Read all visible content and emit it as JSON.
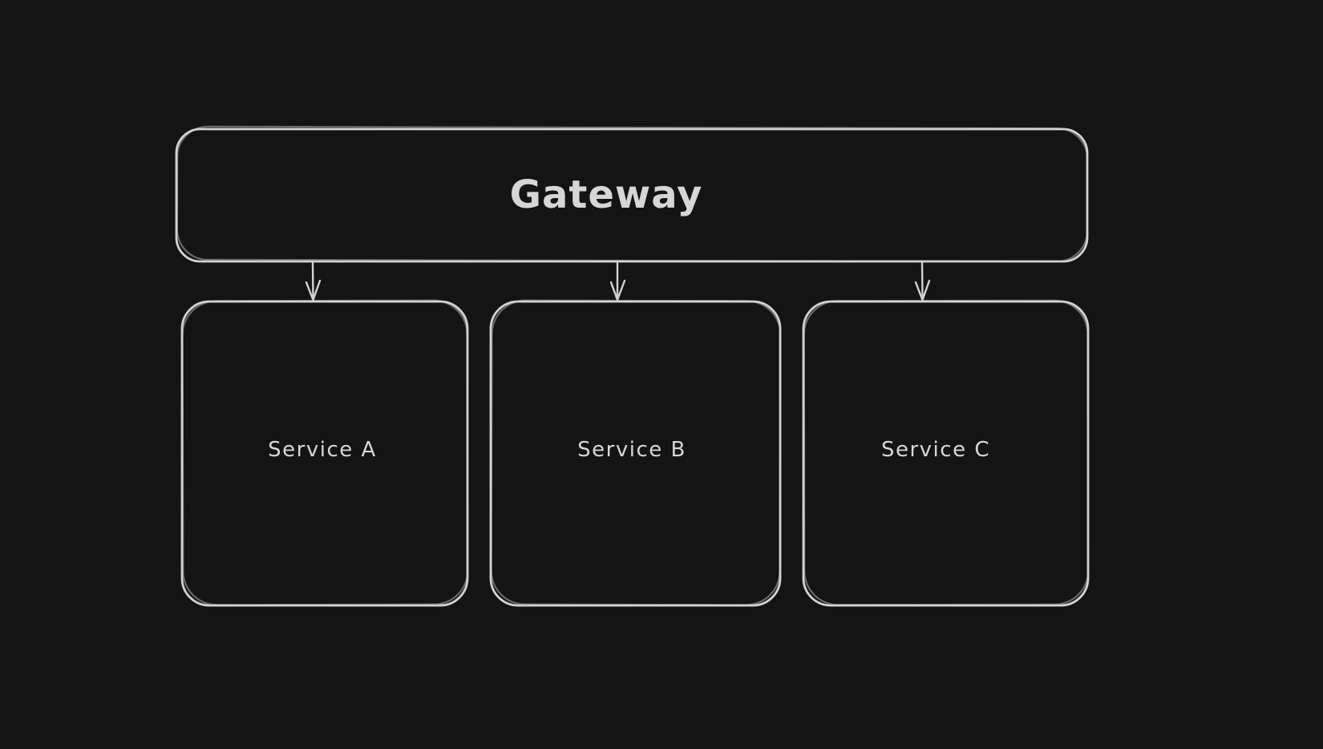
{
  "canvas": {
    "background": "#141414",
    "stroke": "#d2d2d2",
    "text_color": "#d6d6d6"
  },
  "nodes": {
    "gateway": {
      "label": "Gateway"
    },
    "service_a": {
      "label": "Service A"
    },
    "service_b": {
      "label": "Service B"
    },
    "service_c": {
      "label": "Service C"
    }
  },
  "edges": [
    {
      "from": "gateway",
      "to": "service_a"
    },
    {
      "from": "gateway",
      "to": "service_b"
    },
    {
      "from": "gateway",
      "to": "service_c"
    }
  ]
}
